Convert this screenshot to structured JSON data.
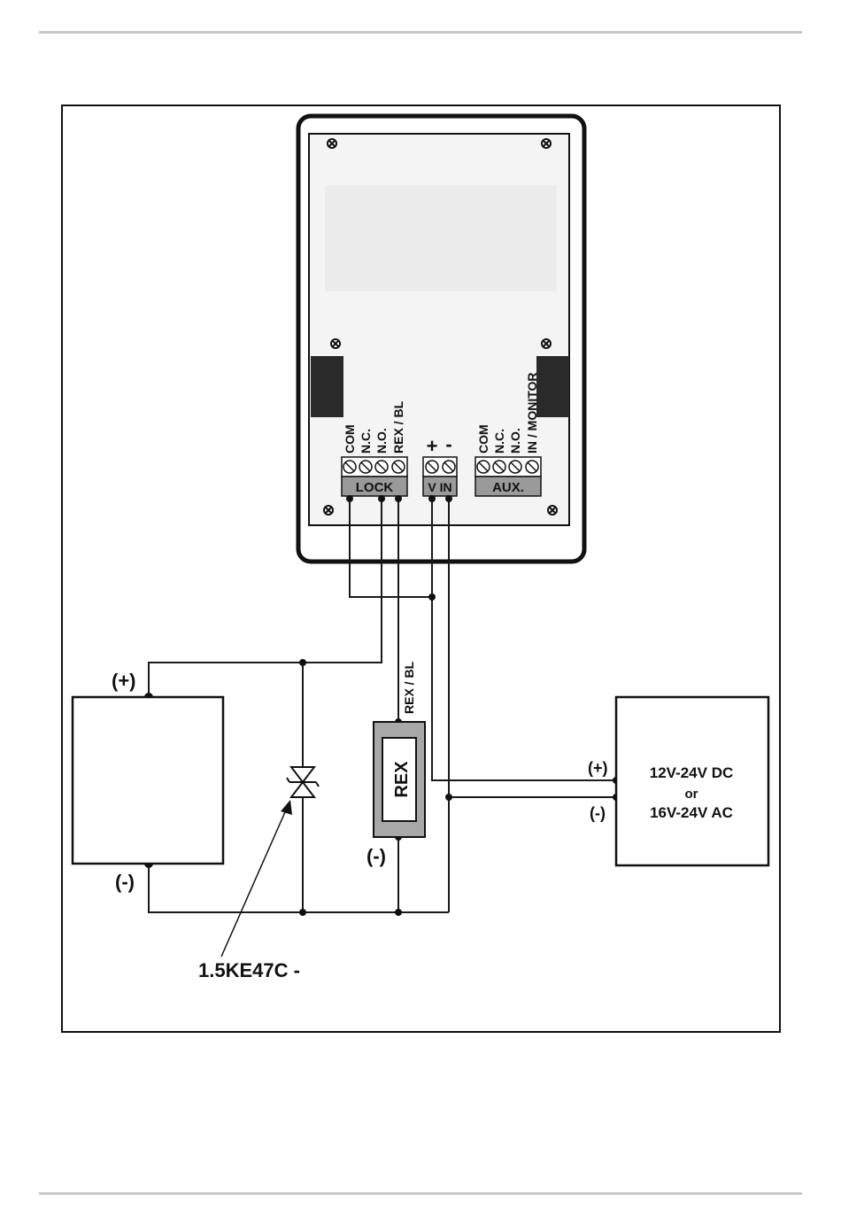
{
  "reader": {
    "lock_terminals": [
      "COM",
      "N.C.",
      "N.O.",
      "REX / BL"
    ],
    "lock_block_label": "LOCK",
    "power_polarity": [
      "+",
      "-"
    ],
    "power_block_label": "V IN",
    "aux_terminals": [
      "COM",
      "N.C.",
      "N.O.",
      "IN / MONITOR"
    ],
    "aux_block_label": "AUX."
  },
  "lock_device": {
    "plus": "(+)",
    "minus": "(-)"
  },
  "rex_button": {
    "label": "REX",
    "wire_label": "REX / BL",
    "minus": "(-)"
  },
  "diode": {
    "label": "1.5KE47C -"
  },
  "power_supply": {
    "plus": "(+)",
    "minus": "(-)",
    "line1": "12V-24V DC",
    "line2": "or",
    "line3": "16V-24V AC"
  },
  "colors": {
    "wire": "#1a1a1a",
    "terminal_block": "#9a9a9a",
    "reader_face": "#f4f4f4",
    "rex_body": "#a8a8a8"
  }
}
